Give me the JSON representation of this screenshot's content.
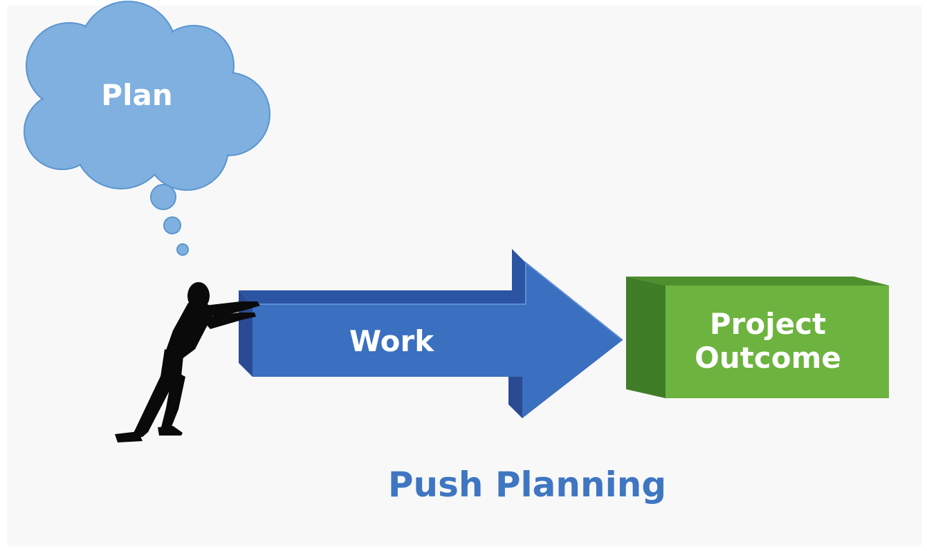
{
  "diagram": {
    "thought_label": "Plan",
    "arrow_label": "Work",
    "outcome_line1": "Project",
    "outcome_line2": "Outcome",
    "caption": "Push Planning"
  },
  "colors": {
    "cloud_fill": "#7fb0df",
    "cloud_stroke": "#5b95cf",
    "arrow_front": "#3b6fbf",
    "arrow_top": "#2b54a3",
    "arrow_side": "#2a4b93",
    "box_front": "#6db33f",
    "box_top": "#4e8f2e",
    "box_side": "#3f7d27",
    "caption": "#3f76c1",
    "figure": "#0a0a0a"
  },
  "icons": [
    "cloud-icon",
    "person-pushing-icon",
    "arrow-icon",
    "box-icon"
  ]
}
